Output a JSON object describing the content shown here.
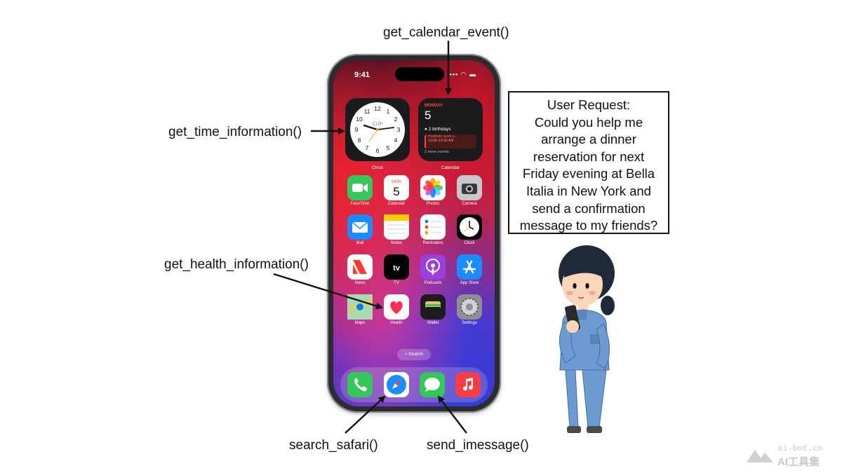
{
  "labels": {
    "calendar_fn": "get_calendar_event()",
    "time_fn": "get_time_information()",
    "health_fn": "get_health_information()",
    "safari_fn": "search_safari()",
    "imessage_fn": "send_imessage()"
  },
  "phone": {
    "status_time": "9:41",
    "status_icons": "▪▪▪ ◠ ▬",
    "clock_widget": {
      "label": "Clock",
      "city": "CUP",
      "numbers": [
        "12",
        "1",
        "2",
        "3",
        "4",
        "5",
        "6",
        "7",
        "8",
        "9",
        "10",
        "11"
      ]
    },
    "calendar_widget": {
      "label": "Calendar",
      "day": "MONDAY",
      "date": "5",
      "birthdays": "2 birthdays",
      "event_title": "Portfolio work s...",
      "event_time": "10:00–10:30 AM",
      "more": "2 more events"
    },
    "apps": [
      {
        "name": "FaceTime",
        "icon": "facetime-icon",
        "color": "#34c759"
      },
      {
        "name": "Calendar",
        "icon": "calendar-icon",
        "color": "#ffffff",
        "badge_day": "MON",
        "badge_date": "5"
      },
      {
        "name": "Photos",
        "icon": "photos-icon",
        "color": "#ffffff"
      },
      {
        "name": "Camera",
        "icon": "camera-icon",
        "color": "#c7c7cc"
      },
      {
        "name": "Mail",
        "icon": "mail-icon",
        "color": "#1a8cff"
      },
      {
        "name": "Notes",
        "icon": "notes-icon",
        "color": "#ffffff"
      },
      {
        "name": "Reminders",
        "icon": "reminders-icon",
        "color": "#ffffff"
      },
      {
        "name": "Clock",
        "icon": "clock-icon",
        "color": "#000000"
      },
      {
        "name": "News",
        "icon": "news-icon",
        "color": "#ffffff"
      },
      {
        "name": "TV",
        "icon": "tv-icon",
        "color": "#000000",
        "glyph": "tv"
      },
      {
        "name": "Podcasts",
        "icon": "podcasts-icon",
        "color": "#9b3ee0"
      },
      {
        "name": "App Store",
        "icon": "app-store-icon",
        "color": "#1a8cff"
      },
      {
        "name": "Maps",
        "icon": "maps-icon",
        "color": "#7fc8e8"
      },
      {
        "name": "Health",
        "icon": "health-icon",
        "color": "#ffffff"
      },
      {
        "name": "Wallet",
        "icon": "wallet-icon",
        "color": "#1c1c1e"
      },
      {
        "name": "Settings",
        "icon": "settings-icon",
        "color": "#8e8e93"
      }
    ],
    "search_label": "Search",
    "dock": [
      {
        "icon": "phone-icon",
        "color": "#34c759"
      },
      {
        "icon": "safari-icon",
        "color": "#ffffff"
      },
      {
        "icon": "messages-icon",
        "color": "#34c759"
      },
      {
        "icon": "music-icon",
        "color": "#fc3c44"
      }
    ]
  },
  "request": {
    "lines": [
      "User Request:",
      "Could you help me",
      "arrange a dinner",
      "reservation for next",
      "Friday evening at Bella",
      "Italia in New York and",
      "send a confirmation",
      "message to my friends?"
    ]
  },
  "watermark": {
    "url": "ai-bot.cn",
    "text": "AI工具集"
  }
}
